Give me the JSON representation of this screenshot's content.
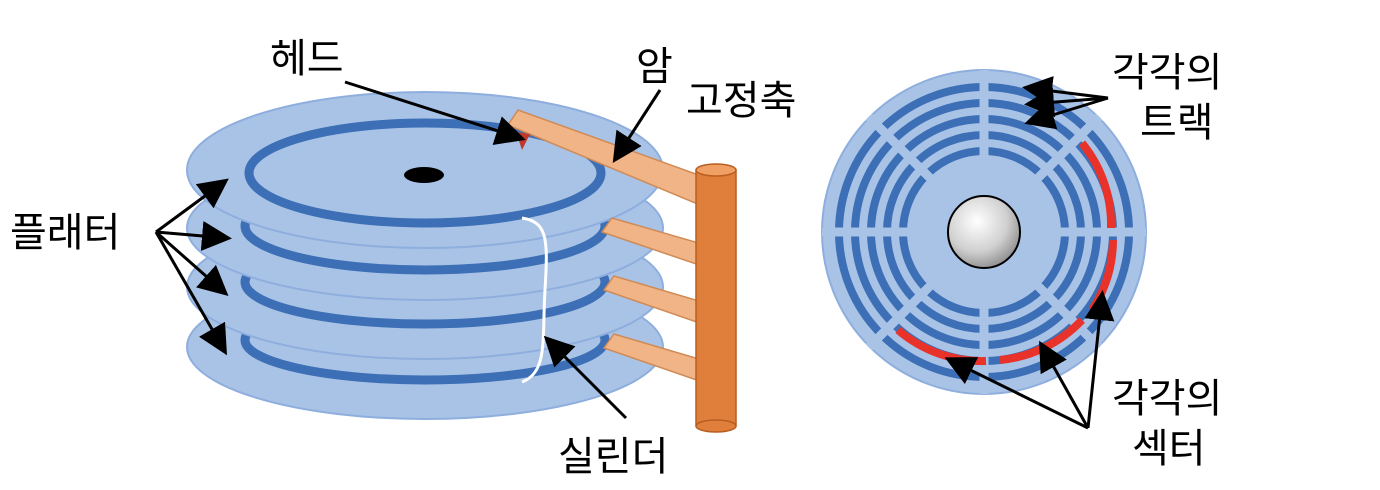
{
  "labels": {
    "head": "헤드",
    "arm": "암",
    "spindle": "고정축",
    "platter": "플래터",
    "cylinder": "실린더",
    "track_line1": "각각의",
    "track_line2": "트랙",
    "sector_line1": "각각의",
    "sector_line2": "섹터"
  },
  "colors": {
    "platter_fill": "#a9c3e6",
    "platter_edge": "#8eaede",
    "track": "#3c6fb5",
    "arm": "#f0b487",
    "arm_edge": "#d08a55",
    "spindle": "#e07e3c",
    "spindle_edge": "#b85e20",
    "head": "#c0392b",
    "sector_highlight": "#e8322a",
    "disk_gap": "#a9c3e6",
    "hub": "#c8c8c8",
    "bracket": "#ffffff"
  },
  "icons": {
    "arrow": "arrow-icon",
    "hub": "hub-icon"
  }
}
